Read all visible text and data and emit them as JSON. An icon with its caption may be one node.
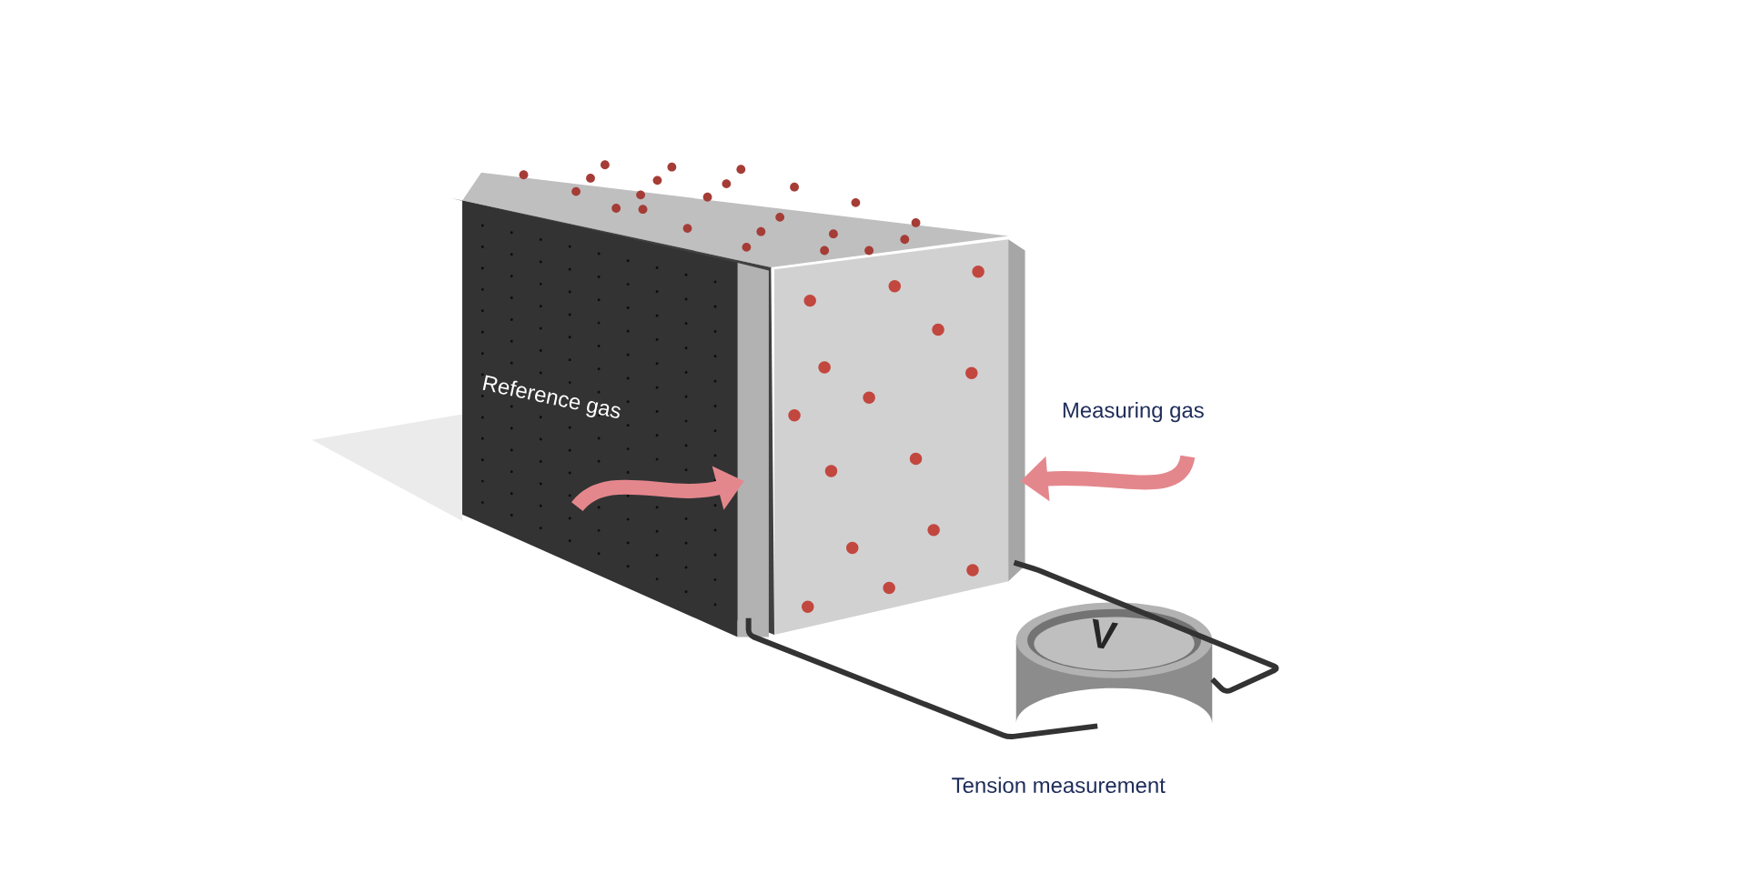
{
  "diagram": {
    "nodes": [
      {
        "text": [],
        "shape": "picture"
      },
      {
        "text": [
          "V"
        ],
        "beside": [
          "Tension measurement"
        ]
      }
    ],
    "edges": [
      {
        "from": 0,
        "to": 1,
        "arrow": "none"
      },
      {
        "from": 0,
        "to": 1,
        "arrow": "none"
      }
    ],
    "labels": [
      "Reference gas",
      "Measuring gas"
    ]
  }
}
